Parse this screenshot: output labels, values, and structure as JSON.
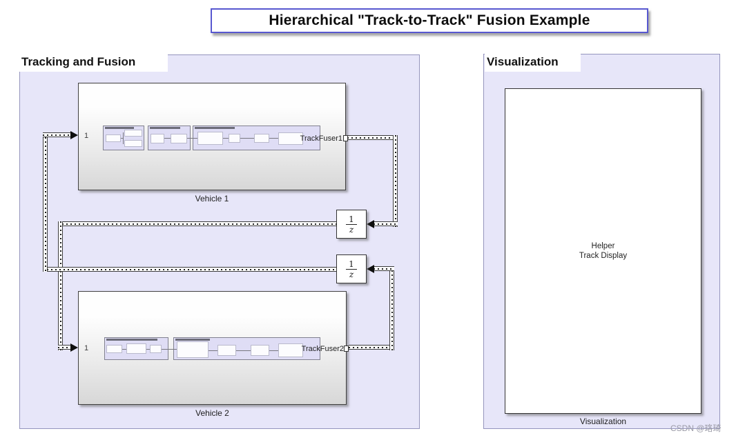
{
  "title": "Hierarchical \"Track-to-Track\" Fusion Example",
  "watermark": "CSDN @珞琦",
  "tracking_area": {
    "label": "Tracking and Fusion",
    "vehicle1": {
      "name": "Vehicle 1",
      "input_port": "1",
      "output_signal": "TrackFuser1"
    },
    "vehicle2": {
      "name": "Vehicle 2",
      "input_port": "1",
      "output_signal": "TrackFuser2"
    },
    "delay1": {
      "numerator": "1",
      "denominator": "z"
    },
    "delay2": {
      "numerator": "1",
      "denominator": "z"
    }
  },
  "visualization_area": {
    "label": "Visualization",
    "helper_block": {
      "text_line1": "Helper",
      "text_line2": "Track Display",
      "name": "Visualization"
    }
  },
  "colors": {
    "area_fill": "#e7e6f9",
    "area_border": "#9494bd",
    "title_border": "#5757d0",
    "block_border": "#3f3f3f",
    "panel_fill": "#dfddf5",
    "line_color": "#3a3a3a"
  }
}
